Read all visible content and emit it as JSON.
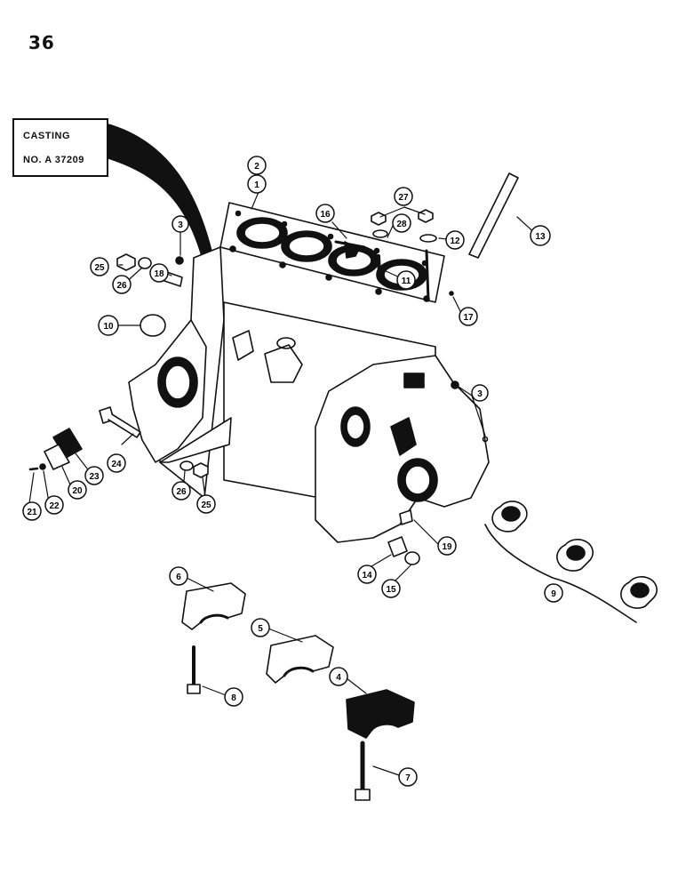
{
  "page_number": "36",
  "casting_note": {
    "line1": "CASTING",
    "line2": "NO. A 37209"
  },
  "callouts": [
    {
      "id": "c1",
      "label": "1"
    },
    {
      "id": "c2",
      "label": "2"
    },
    {
      "id": "c3a",
      "label": "3"
    },
    {
      "id": "c3b",
      "label": "3"
    },
    {
      "id": "c4",
      "label": "4"
    },
    {
      "id": "c5",
      "label": "5"
    },
    {
      "id": "c6",
      "label": "6"
    },
    {
      "id": "c7",
      "label": "7"
    },
    {
      "id": "c8",
      "label": "8"
    },
    {
      "id": "c9",
      "label": "9"
    },
    {
      "id": "c10",
      "label": "10"
    },
    {
      "id": "c11",
      "label": "11"
    },
    {
      "id": "c12",
      "label": "12"
    },
    {
      "id": "c13",
      "label": "13"
    },
    {
      "id": "c14",
      "label": "14"
    },
    {
      "id": "c15",
      "label": "15"
    },
    {
      "id": "c16",
      "label": "16"
    },
    {
      "id": "c17",
      "label": "17"
    },
    {
      "id": "c18",
      "label": "18"
    },
    {
      "id": "c19",
      "label": "19"
    },
    {
      "id": "c20",
      "label": "20"
    },
    {
      "id": "c21",
      "label": "21"
    },
    {
      "id": "c22",
      "label": "22"
    },
    {
      "id": "c23",
      "label": "23"
    },
    {
      "id": "c24",
      "label": "24"
    },
    {
      "id": "c25a",
      "label": "25"
    },
    {
      "id": "c25b",
      "label": "25"
    },
    {
      "id": "c26a",
      "label": "26"
    },
    {
      "id": "c26b",
      "label": "26"
    },
    {
      "id": "c27",
      "label": "27"
    },
    {
      "id": "c28",
      "label": "28"
    }
  ]
}
